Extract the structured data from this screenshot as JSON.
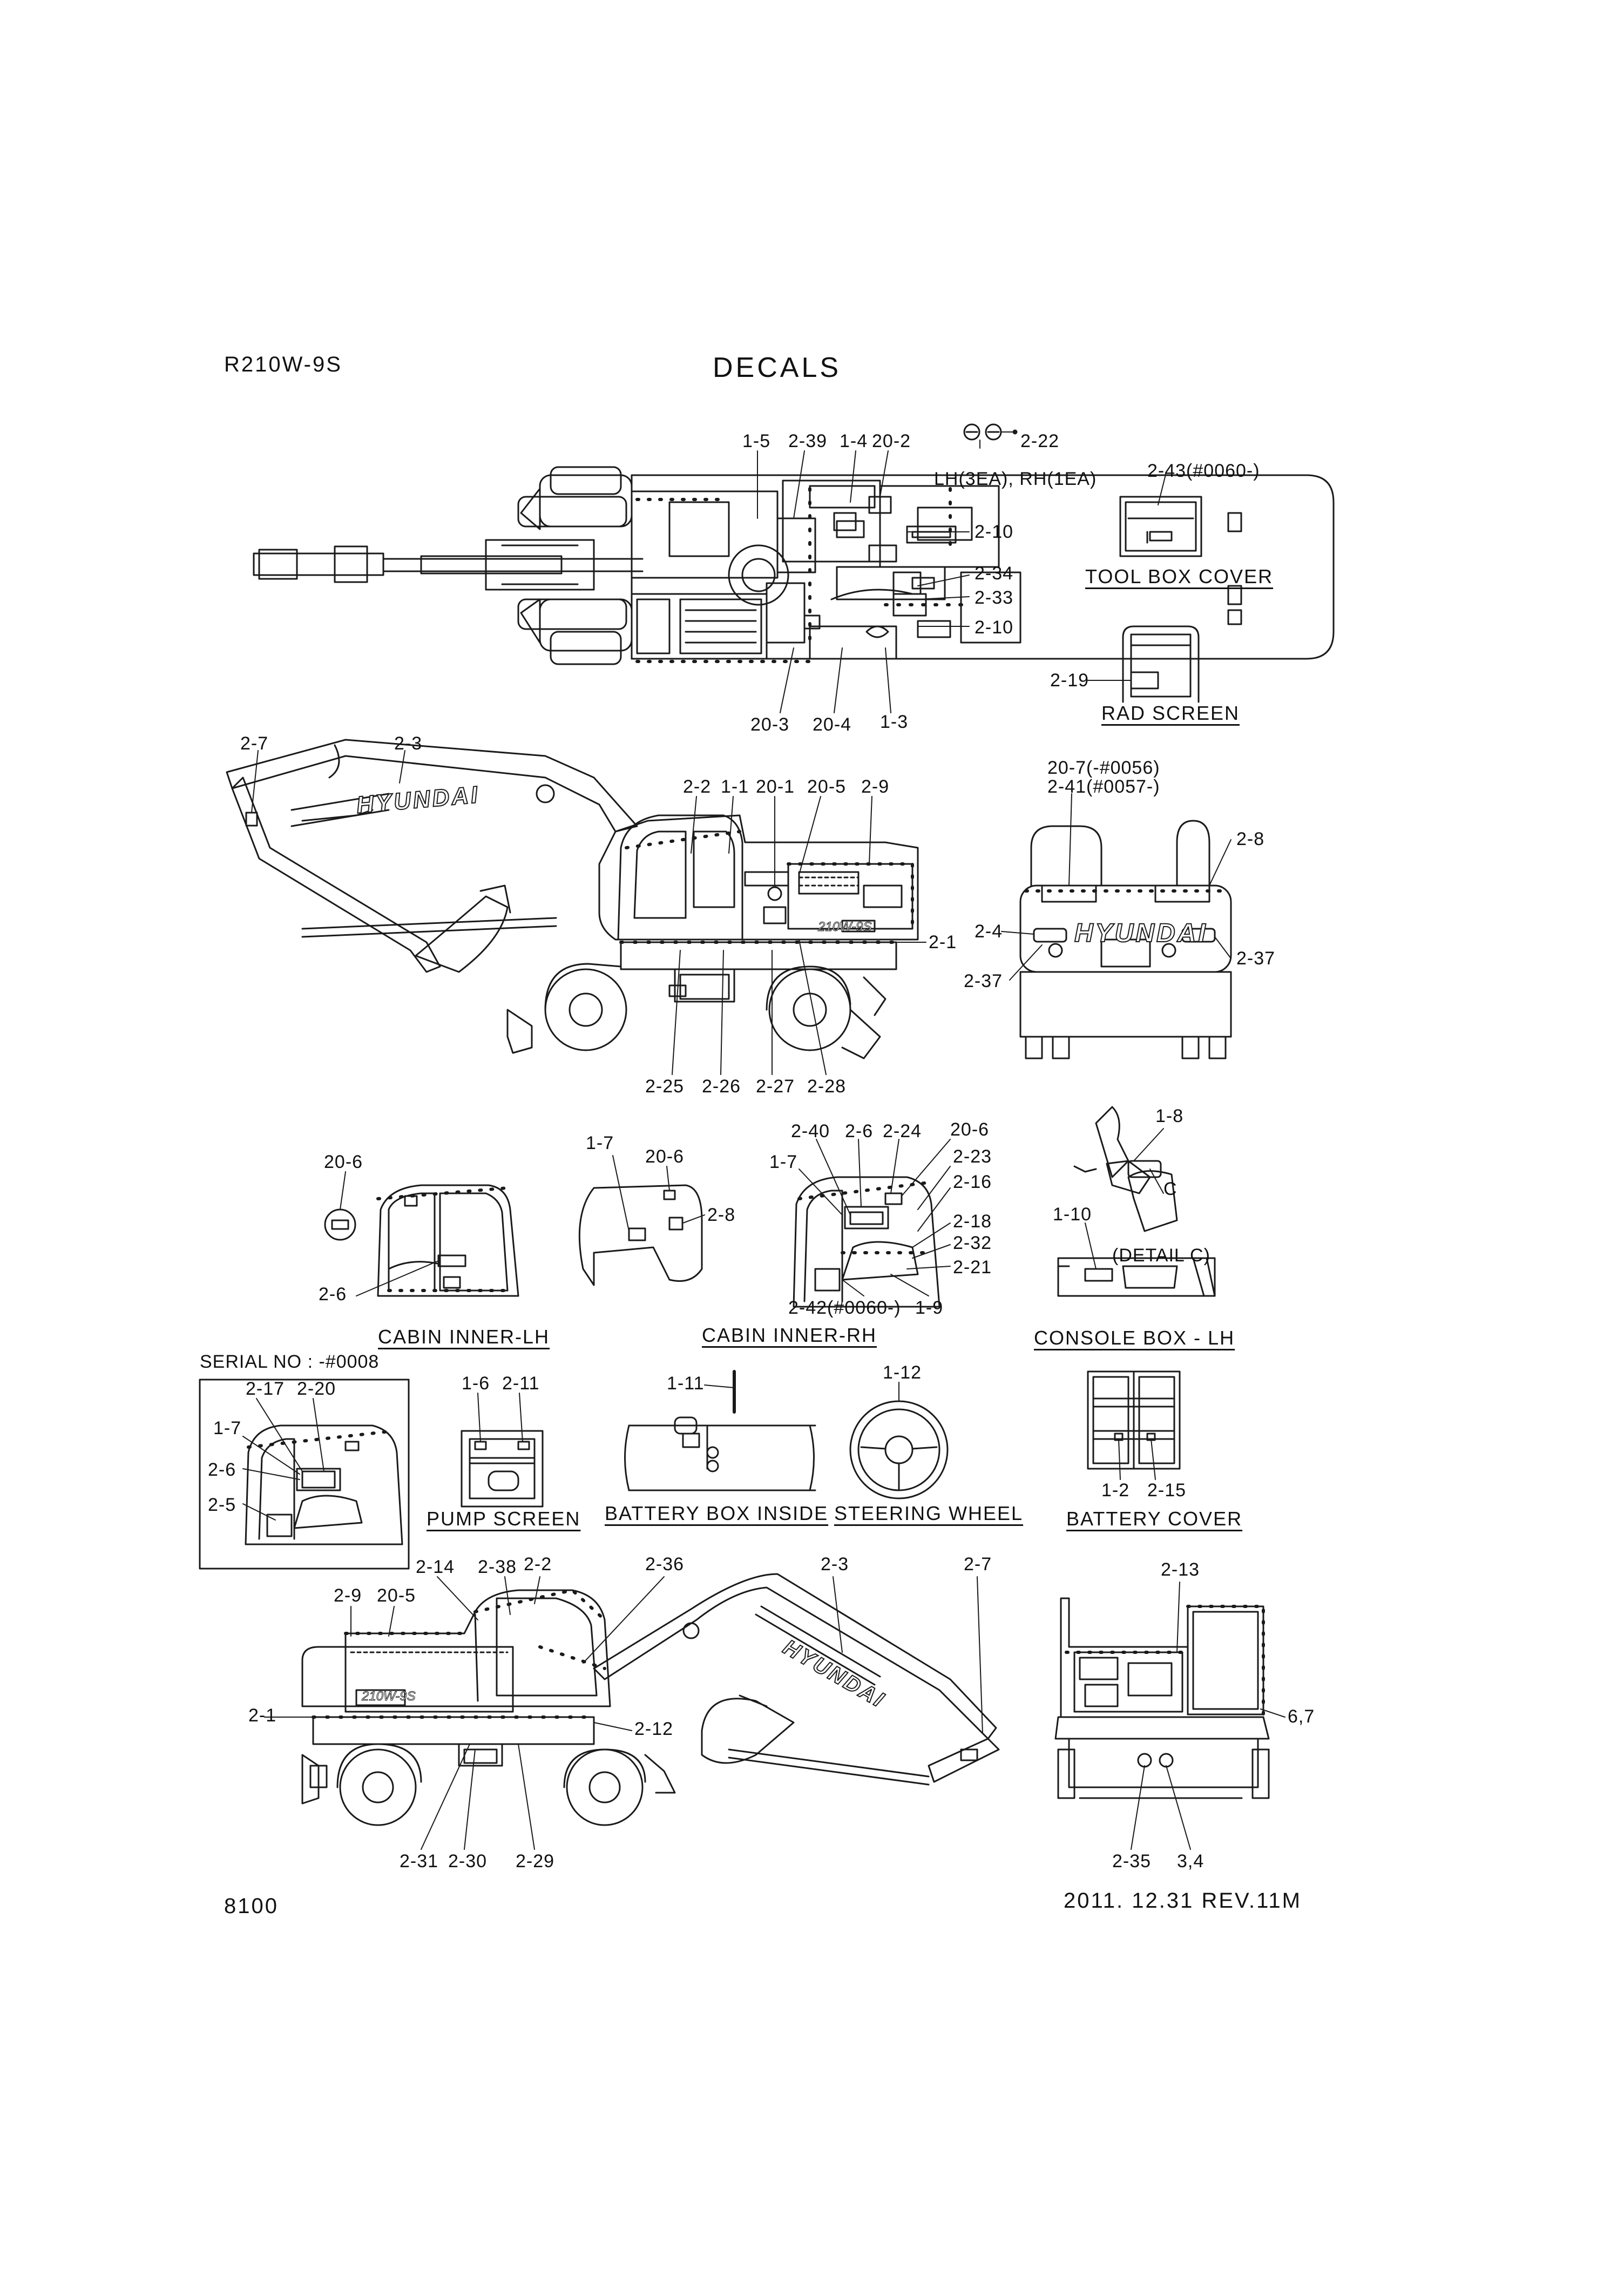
{
  "header": {
    "model": "R210W-9S",
    "title": "DECALS"
  },
  "footer": {
    "page_number": "8100",
    "date_rev": "2011. 12.31  REV.11M"
  },
  "views": {
    "top_view": {
      "callouts": [
        "1-5",
        "2-39",
        "1-4",
        "20-2",
        "2-22",
        "LH(3EA), RH(1EA)",
        "2-10",
        "2-34",
        "2-33",
        "2-10",
        "20-3",
        "20-4",
        "1-3"
      ]
    },
    "tool_box_cover": {
      "title": "TOOL BOX COVER",
      "callouts": [
        "2-43(#0060-)"
      ]
    },
    "rad_screen": {
      "title": "RAD SCREEN",
      "callouts": [
        "2-19"
      ]
    },
    "side_view_lh": {
      "callouts": [
        "2-7",
        "2-3",
        "2-2",
        "1-1",
        "20-1",
        "20-5",
        "2-9",
        "2-1",
        "2-25",
        "2-26",
        "2-27",
        "2-28"
      ],
      "brand": "HYUNDAI",
      "model_mark": "210W-9S"
    },
    "rear_view": {
      "callouts": [
        "20-7(-#0056)",
        "2-41(#0057-)",
        "2-8",
        "2-4",
        "2-37",
        "2-37"
      ],
      "brand": "HYUNDAI"
    },
    "cabin_inner_lh": {
      "title": "CABIN INNER-LH",
      "callouts": [
        "20-6",
        "2-6"
      ]
    },
    "cabin_rear": {
      "callouts": [
        "1-7",
        "20-6",
        "2-8"
      ]
    },
    "cabin_inner_rh": {
      "title": "CABIN INNER-RH",
      "callouts": [
        "2-40",
        "2-6",
        "2-24",
        "20-6",
        "1-7",
        "2-23",
        "2-16",
        "2-18",
        "2-32",
        "2-21",
        "2-42(#0060-)",
        "1-9"
      ]
    },
    "console_box_lh": {
      "title": "CONSOLE BOX - LH",
      "callouts": [
        "1-8",
        "C",
        "1-10",
        "(DETAIL C)"
      ]
    },
    "serial_box": {
      "title": "SERIAL NO : -#0008",
      "callouts": [
        "2-17",
        "2-20",
        "1-7",
        "2-6",
        "2-5"
      ]
    },
    "pump_screen": {
      "title": "PUMP SCREEN",
      "callouts": [
        "1-6",
        "2-11"
      ]
    },
    "battery_box_inside": {
      "title": "BATTERY BOX INSIDE",
      "callouts": [
        "1-11"
      ]
    },
    "steering_wheel": {
      "title": "STEERING WHEEL",
      "callouts": [
        "1-12"
      ]
    },
    "battery_cover": {
      "title": "BATTERY COVER",
      "callouts": [
        "1-2",
        "2-15"
      ]
    },
    "side_view_rh": {
      "callouts": [
        "2-14",
        "2-38",
        "2-2",
        "2-36",
        "2-3",
        "2-7",
        "2-9",
        "20-5",
        "2-1",
        "2-12",
        "2-31",
        "2-30",
        "2-29"
      ],
      "brand": "HYUNDAI",
      "model_mark": "210W-9S"
    },
    "front_view": {
      "callouts": [
        "2-13",
        "6,7",
        "2-35",
        "3,4"
      ]
    }
  }
}
